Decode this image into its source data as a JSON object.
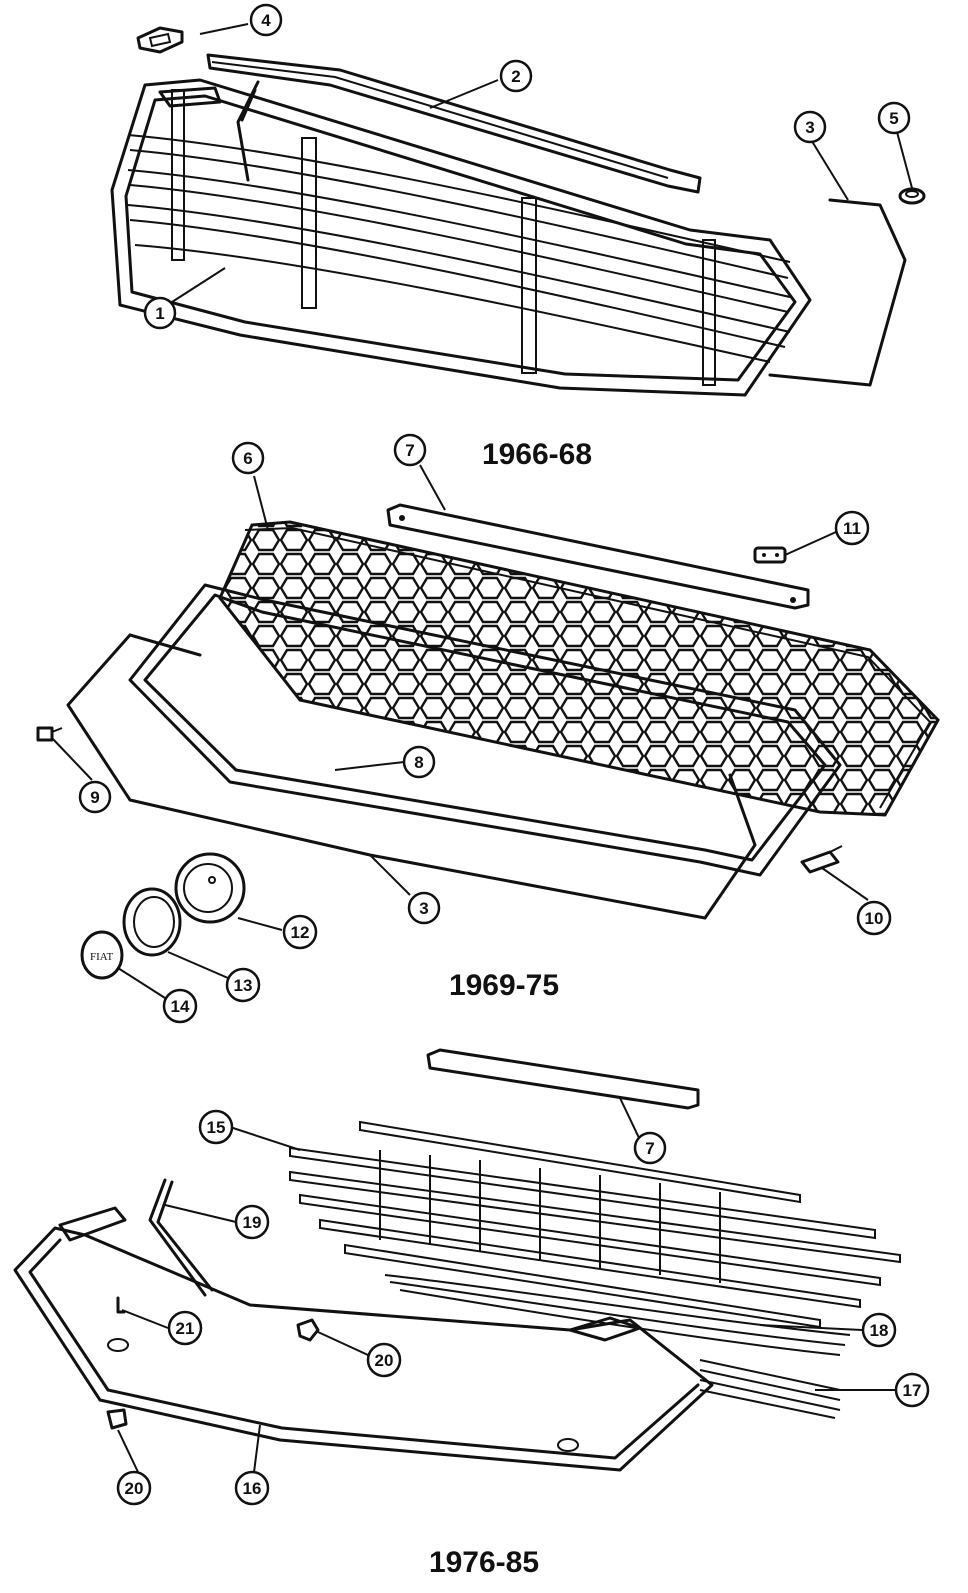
{
  "sections": [
    {
      "years": "1966-68"
    },
    {
      "years": "1969-75"
    },
    {
      "years": "1976-85"
    }
  ],
  "callouts": {
    "c1": "1",
    "c2": "2",
    "c3a": "3",
    "c4": "4",
    "c5": "5",
    "c6": "6",
    "c7a": "7",
    "c8": "8",
    "c9": "9",
    "c10": "10",
    "c11": "11",
    "c12": "12",
    "c13": "13",
    "c14": "14",
    "c3b": "3",
    "c15": "15",
    "c7b": "7",
    "c19": "19",
    "c21": "21",
    "c20a": "20",
    "c18": "18",
    "c17": "17",
    "c20b": "20",
    "c16": "16"
  },
  "badge_text": "FIAT"
}
